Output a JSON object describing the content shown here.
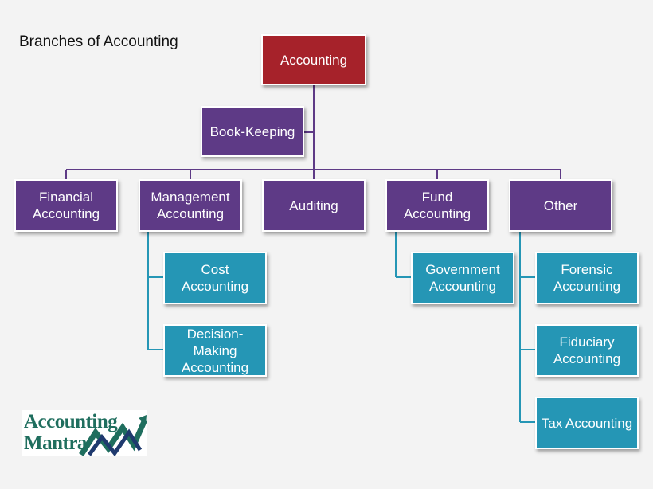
{
  "title": "Branches of Accounting",
  "root": {
    "label": "Accounting"
  },
  "bookkeeping": {
    "label": "Book-Keeping"
  },
  "branches": [
    {
      "label": "Financial Accounting"
    },
    {
      "label": "Management Accounting"
    },
    {
      "label": "Auditing"
    },
    {
      "label": "Fund Accounting"
    },
    {
      "label": "Other"
    }
  ],
  "management_children": [
    {
      "label": "Cost Accounting"
    },
    {
      "label": "Decision-Making Accounting"
    }
  ],
  "fund_children": [
    {
      "label": "Government Accounting"
    }
  ],
  "other_children": [
    {
      "label": "Forensic Accounting"
    },
    {
      "label": "Fiduciary Accounting"
    },
    {
      "label": "Tax Accounting"
    }
  ],
  "logo": {
    "line1": "Accounting",
    "line2": "Mantra"
  },
  "colors": {
    "root": "#a6222a",
    "branch": "#5e3a86",
    "leaf": "#2596b5",
    "branch_line": "#5e3a86",
    "leaf_line": "#2596b5"
  }
}
